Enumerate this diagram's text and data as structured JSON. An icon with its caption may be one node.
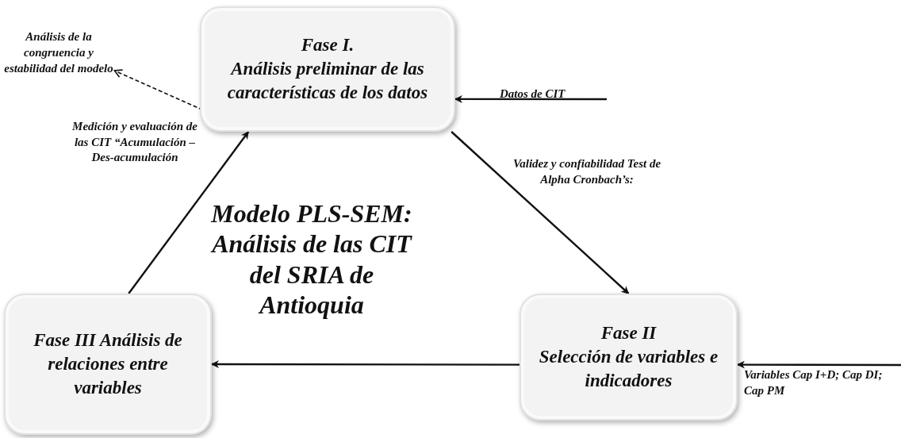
{
  "diagram": {
    "title": "Modelo PLS-SEM: Análisis de las CIT del SRIA de Antioquia",
    "nodes": [
      {
        "text": [
          "Fase I.",
          "Análisis preliminar de las características de los datos"
        ]
      },
      {
        "text": [
          "Fase II",
          "Selección de variables e indicadores"
        ]
      },
      {
        "text": [
          "Fase III Análisis de relaciones entre variables"
        ]
      },
      {
        "text": [
          "Análisis de la congruencia y estabilidad del modelo"
        ]
      }
    ],
    "edges": [
      {
        "from": 0,
        "to": 1,
        "arrow": "to",
        "label": "Validez y confiabilidad Test  de Alpha Cronbach’s:"
      },
      {
        "from": 1,
        "to": 2,
        "arrow": "to"
      },
      {
        "from": 2,
        "to": 0,
        "arrow": "to",
        "label": "Medición y evaluación de las CIT “Acumulación – Des-acumulación"
      },
      {
        "from": 0,
        "to": 3,
        "arrow": "to",
        "style": "dashed"
      },
      {
        "from": null,
        "to": 0,
        "arrow": "to",
        "label": "Datos de CIT"
      },
      {
        "from": null,
        "to": 1,
        "arrow": "to",
        "label": "Variables Cap I+D; Cap DI; Cap PM"
      }
    ]
  }
}
